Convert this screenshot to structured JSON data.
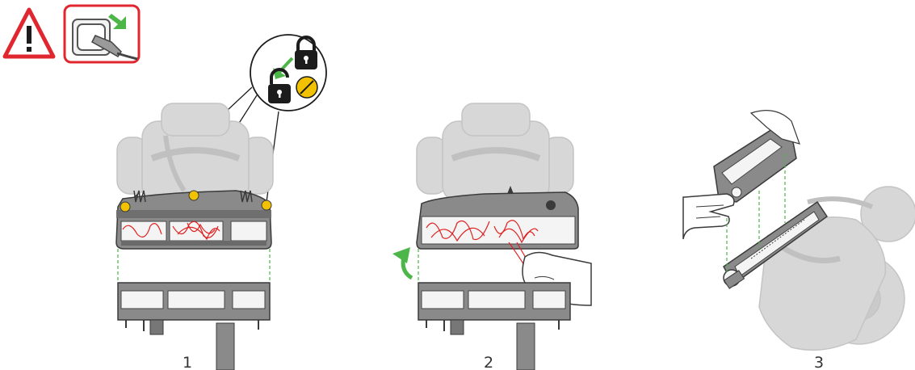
{
  "colors": {
    "warning_red": "#e0262e",
    "arrow_green": "#4cb648",
    "screw_yellow": "#f2c200",
    "lock_dark": "#1c1c1c",
    "machine_light_gray": "#d7d7d7",
    "cleaner_head_gray": "#8a8a8a",
    "tangle_red": "#e02020",
    "guide_green": "#4cb648"
  },
  "icons": {
    "warning": "warning-triangle-icon",
    "unplug": "unplug-socket-icon",
    "lock": "lock-icon",
    "unlock": "unlock-icon",
    "screw": "screw-coin-icon",
    "rotate": "rotate-arrow-icon"
  },
  "steps": [
    {
      "number": "1"
    },
    {
      "number": "2"
    },
    {
      "number": "3"
    }
  ]
}
